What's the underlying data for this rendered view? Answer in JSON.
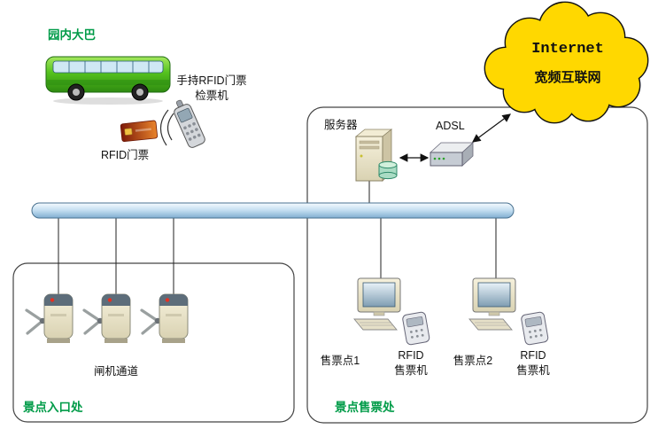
{
  "labels": {
    "bus_area": "园内大巴",
    "handheld_line1": "手持RFID门票",
    "handheld_line2": "检票机",
    "rfid_ticket": "RFID门票",
    "internet_en": "Internet",
    "internet_cn": "宽频互联网",
    "server": "服务器",
    "adsl": "ADSL",
    "gate_channel": "闸机通道",
    "entrance_zone": "景点入口处",
    "ticketing_zone": "景点售票处",
    "ticket_point1": "售票点1",
    "ticket_point2": "售票点2",
    "rfid_seller_line1": "RFID",
    "rfid_seller_line2": "售票机"
  },
  "colors": {
    "zone_label_green": "#009b48",
    "cloud_yellow": "#ffd800",
    "backbone_blue": "#7fadd0",
    "bus_green": "#55c21e",
    "rfid_card_red": "#a83414",
    "server_beige": "#e8e0c4",
    "turnstile_cap": "#5d6d7a"
  }
}
